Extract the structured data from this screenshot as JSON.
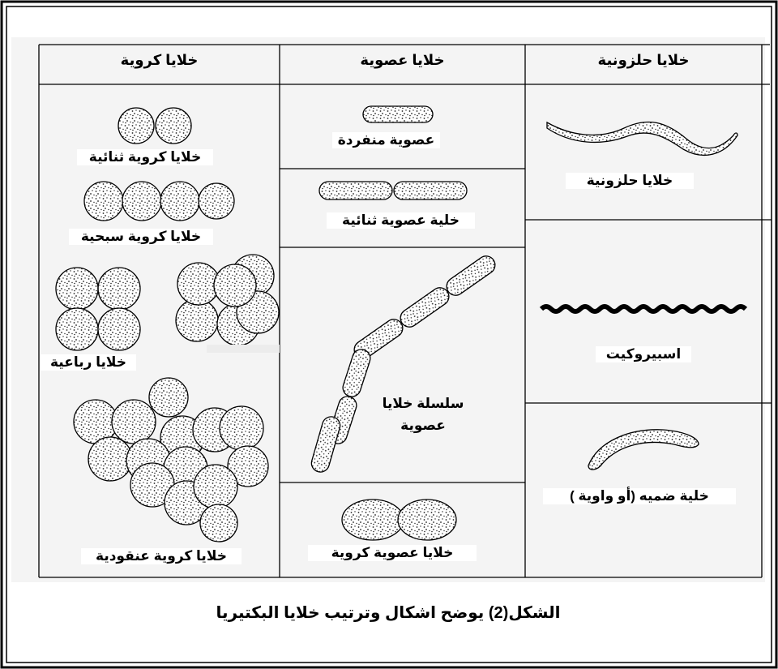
{
  "headers": {
    "cocci": "خلايا كروية",
    "rods": "خلايا عصوية",
    "spiral": "خلايا حلزونية"
  },
  "labels": {
    "diplococci": "خلايا كروية ثنائية",
    "streptococci": "خلايا كروية سبحية",
    "tetrad": "خلايا رباعية",
    "staphylococci": "خلايا كروية عنقودية",
    "single_rod": "عصوية منفردة",
    "diplobacilli": "خلية عصوية ثنائية",
    "streptobacilli_line1": "سلسلة خلايا",
    "streptobacilli_line2": "عصوية",
    "coccobacilli": "خلايا عصوية  كروية",
    "spirilla": "خلايا حلزونية",
    "spirochete": "اسبيروكيت",
    "vibrio": "خلية ضميه  (أو واوية )"
  },
  "caption": "الشكل(2) يوضح  اشكال وترتيب خلايا البكتيريا"
}
